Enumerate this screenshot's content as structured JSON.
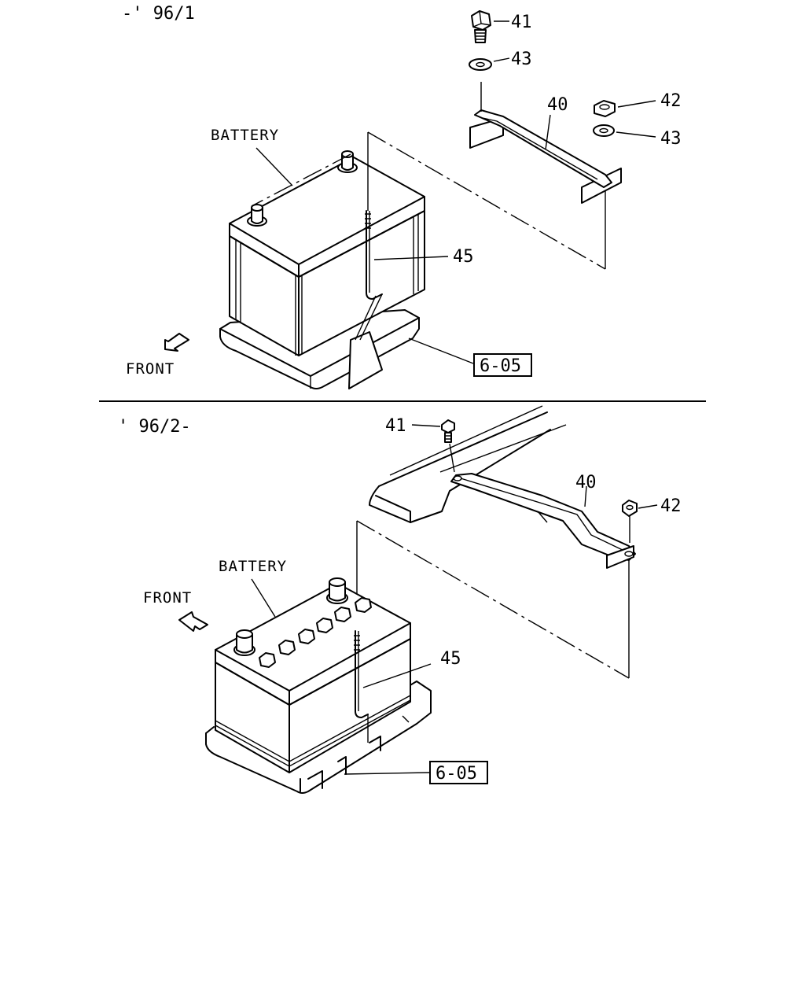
{
  "top_section": {
    "period": "-' 96/1",
    "battery_label": "BATTERY",
    "front_label": "FRONT",
    "ref_box": "6-05",
    "callouts": {
      "p41": "41",
      "p43a": "43",
      "p40": "40",
      "p42": "42",
      "p43b": "43",
      "p45": "45"
    }
  },
  "bottom_section": {
    "period": "' 96/2-",
    "battery_label": "BATTERY",
    "front_label": "FRONT",
    "ref_box": "6-05",
    "callouts": {
      "p41": "41",
      "p40": "40",
      "p42": "42",
      "p45": "45"
    }
  }
}
